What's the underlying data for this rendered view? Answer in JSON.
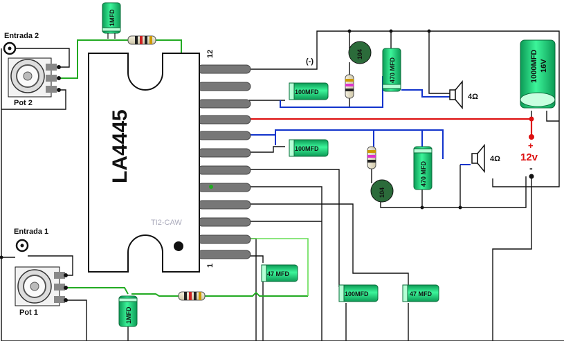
{
  "chip": {
    "label": "LA4445",
    "pin_first": "1",
    "pin_last": "12",
    "watermark": "TI2-CAW"
  },
  "inputs": [
    {
      "jack_label": "Entrada 2",
      "pot_label": "Pot 2"
    },
    {
      "jack_label": "Entrada 1",
      "pot_label": "Pot 1"
    }
  ],
  "capacitors": {
    "c_1mfd_top": "1MFD",
    "c_1mfd_bottom": "1MFD",
    "c_104_top": "104",
    "c_104_bottom": "104",
    "c_470_top": "470 MFD",
    "c_470_bottom": "470 MFD",
    "c_100_top": "100MFD",
    "c_100_mid": "100MFD",
    "c_100_bottom": "100MFD",
    "c_47_left": "47 MFD",
    "c_47_right": "47 MFD",
    "c_1000_line1": "1000MFD",
    "c_1000_line2": "16V"
  },
  "speakers": [
    {
      "label": "4Ω"
    },
    {
      "label": "4Ω"
    }
  ],
  "power": {
    "plus": "+",
    "voltage": "12v",
    "minus": "-",
    "neg_marker": "(-)"
  },
  "colors": {
    "cap_body": "#22dd88",
    "cap_dark": "#2b6b3a",
    "green_wire": "#22aa22",
    "light_green_wire": "#66dd55",
    "blue_wire": "#1133cc",
    "red_wire": "#dd1111",
    "chip_pin": "#666666"
  }
}
